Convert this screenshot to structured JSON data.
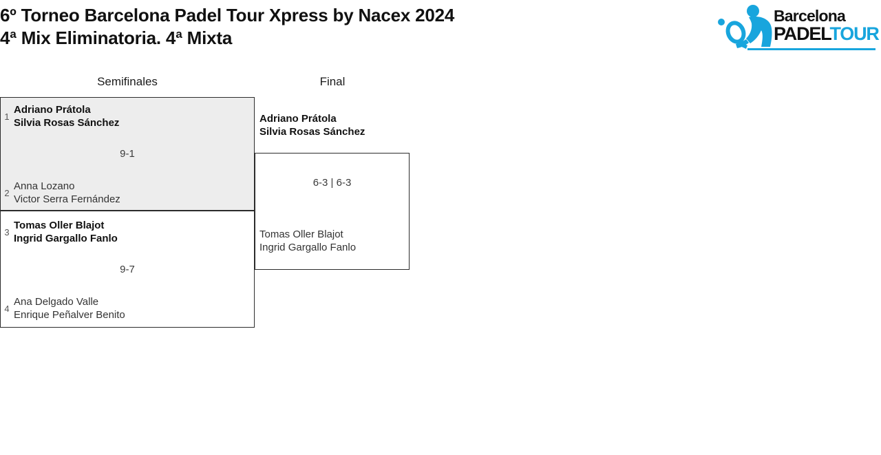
{
  "header": {
    "title_line1": "6º Torneo Barcelona Padel Tour Xpress by Nacex 2024",
    "title_line2": "4ª Mix Eliminatoria. 4ª Mixta"
  },
  "logo": {
    "word_barcelona": "Barcelona",
    "word_padel": "PADEL",
    "word_tour": "TOUR",
    "mark_icon": "padel-player-silhouette-icon",
    "brand_color": "#18a5dd",
    "text_color": "#111111"
  },
  "bracket": {
    "rounds": [
      {
        "id": "semifinals",
        "label": "Semifinales"
      },
      {
        "id": "final",
        "label": "Final"
      }
    ],
    "semifinals": [
      {
        "score": "9-1",
        "top": {
          "seed": "1",
          "player1": "Adriano Prátola",
          "player2": "Silvia Rosas Sánchez",
          "is_winner": true
        },
        "bottom": {
          "seed": "2",
          "player1": "Anna Lozano",
          "player2": "Victor Serra Fernández",
          "is_winner": false
        }
      },
      {
        "score": "9-7",
        "top": {
          "seed": "3",
          "player1": "Tomas Oller Blajot",
          "player2": "Ingrid Gargallo Fanlo",
          "is_winner": true
        },
        "bottom": {
          "seed": "4",
          "player1": "Ana Delgado Valle",
          "player2": "Enrique Peñalver Benito",
          "is_winner": false
        }
      }
    ],
    "final": {
      "score": "6-3 | 6-3",
      "top": {
        "player1": "Adriano Prátola",
        "player2": "Silvia Rosas Sánchez",
        "is_winner": true
      },
      "bottom": {
        "player1": "Tomas Oller Blajot",
        "player2": "Ingrid Gargallo Fanlo",
        "is_winner": false
      }
    }
  },
  "colors": {
    "highlight_row_bg": "#ededed",
    "box_border": "#2b2b2b",
    "page_bg": "#ffffff"
  }
}
